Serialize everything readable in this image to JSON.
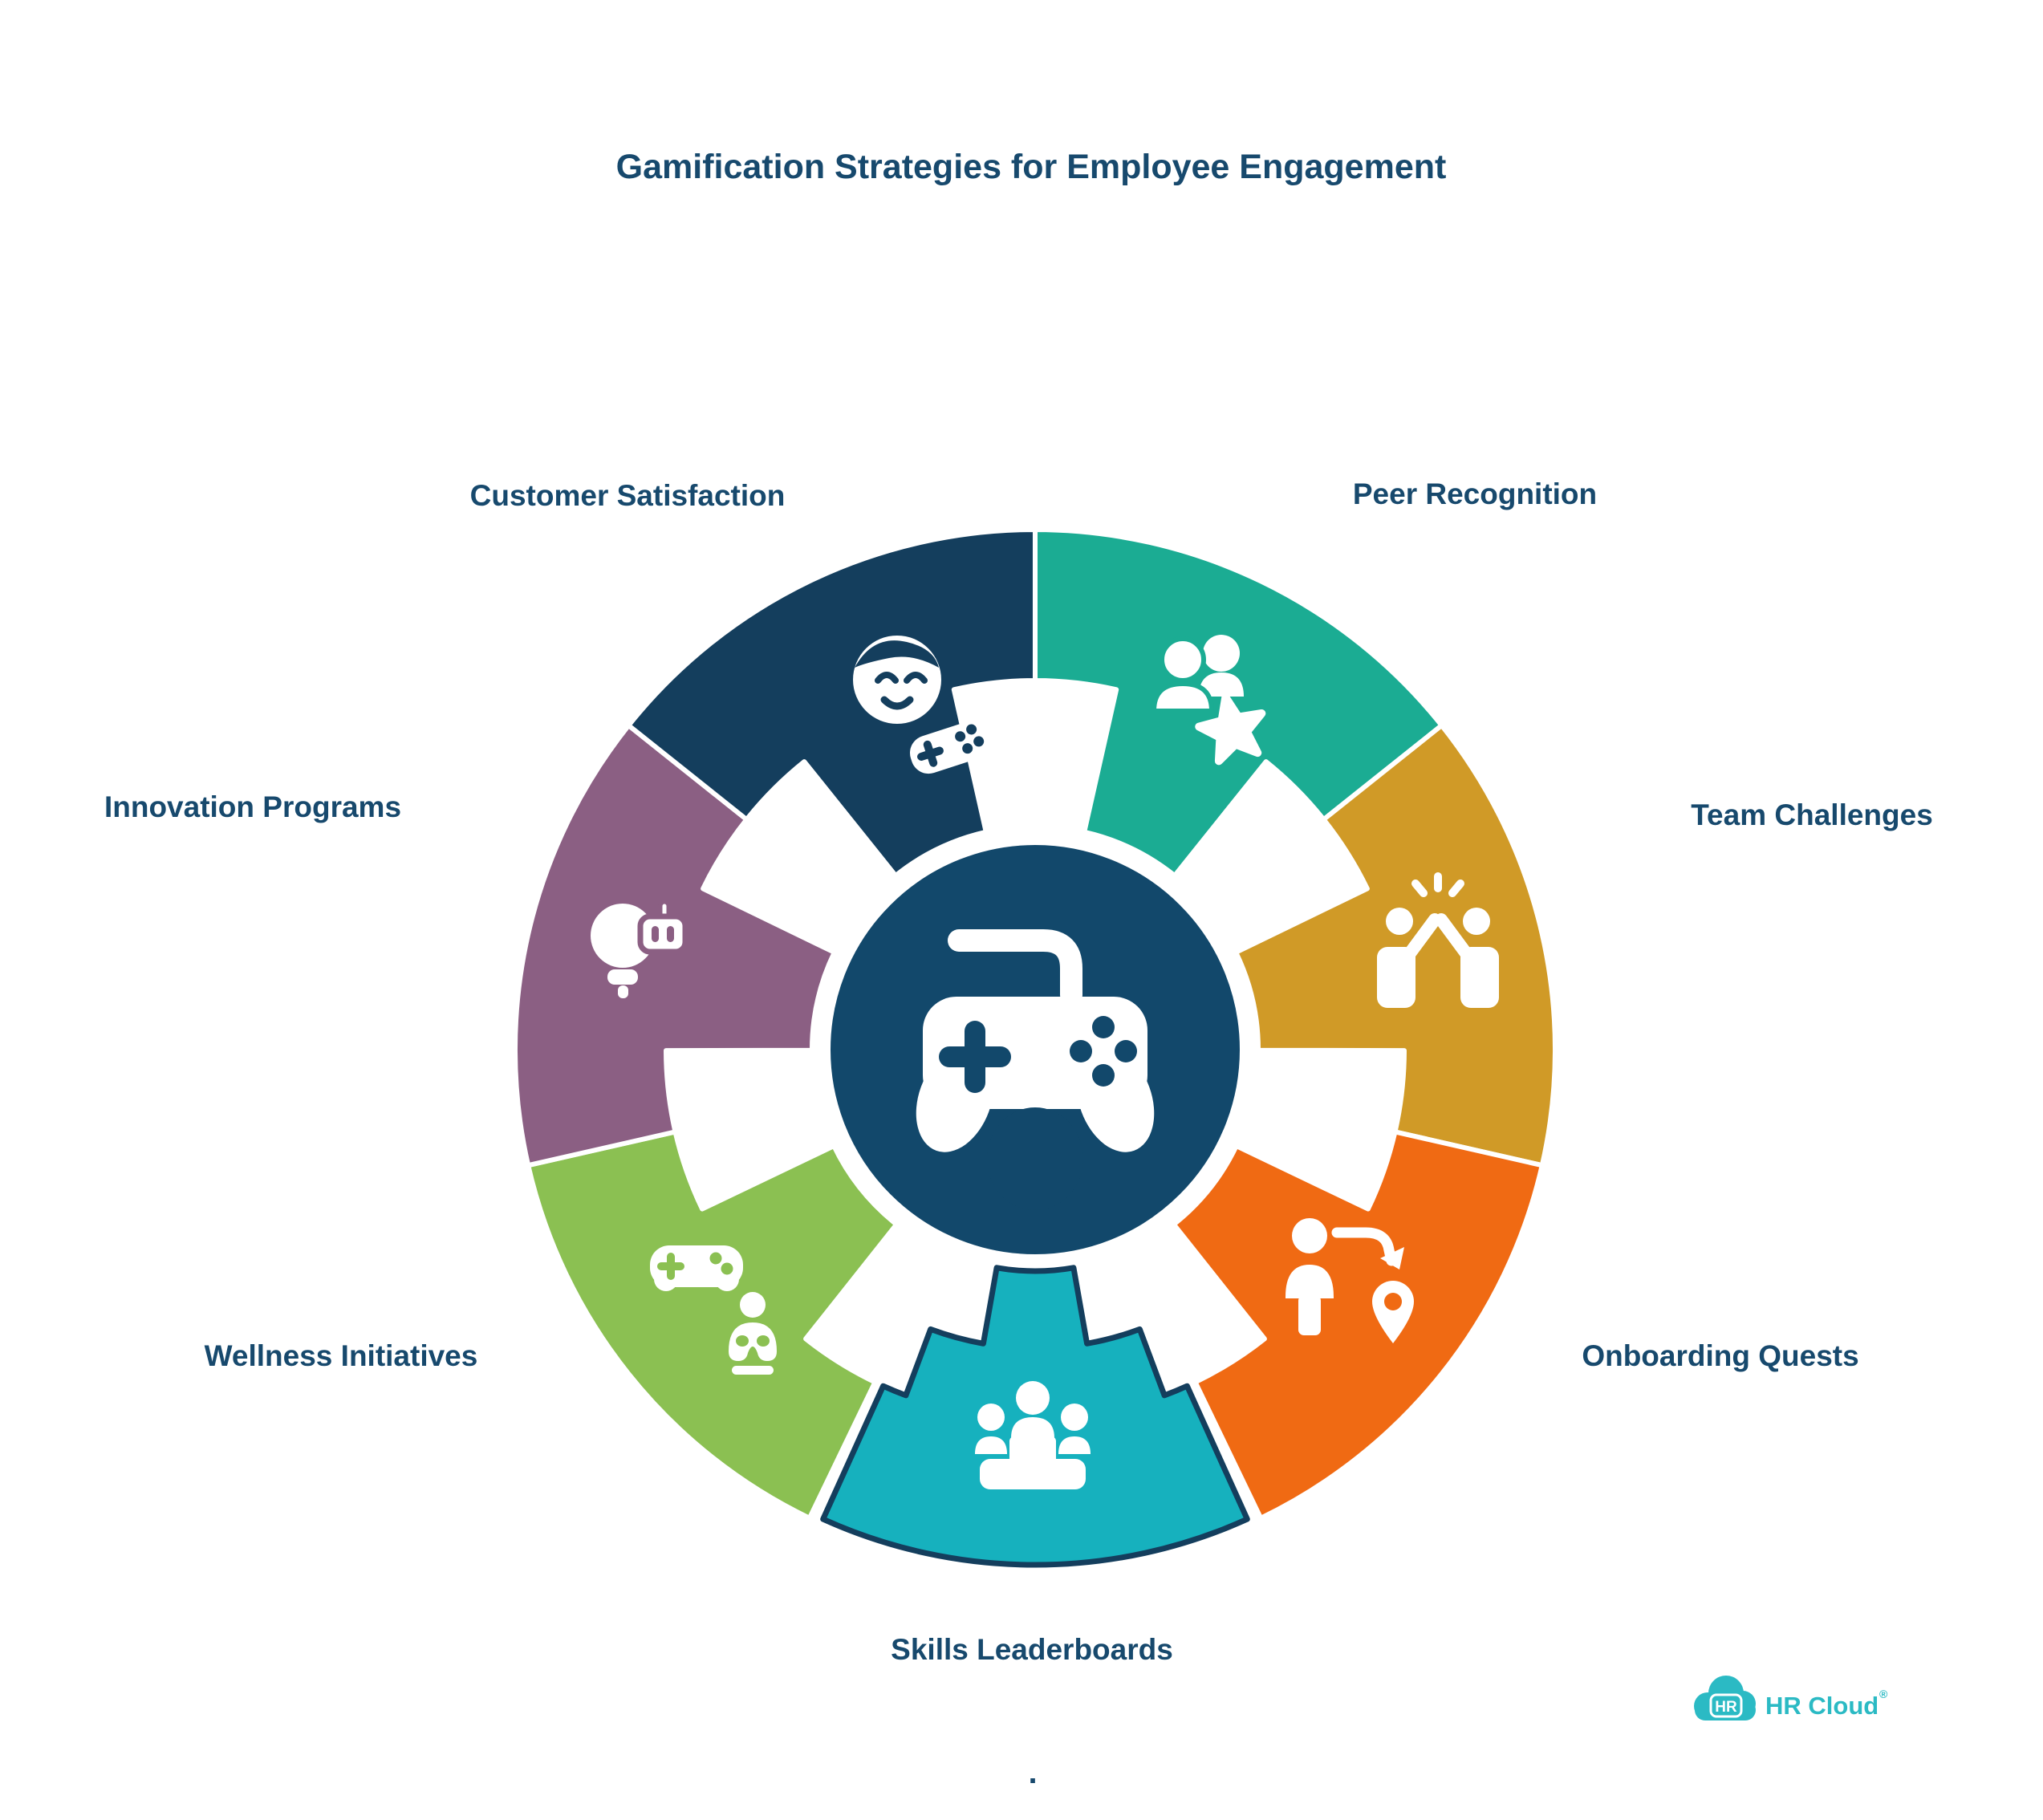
{
  "title": "Gamification Strategies for Employee Engagement",
  "text_color": "#17496D",
  "wheel": {
    "center_icon": "game-controller",
    "center_color": "#12486B",
    "segments": [
      {
        "id": "peer-recognition",
        "label": "Peer Recognition",
        "color": "#1BAC93",
        "icon": "people-star-icon"
      },
      {
        "id": "team-challenges",
        "label": "Team Challenges",
        "color": "#D09A27",
        "icon": "high-five-icon"
      },
      {
        "id": "onboarding-quests",
        "label": "Onboarding Quests",
        "color": "#F06A13",
        "icon": "person-location-pin-icon"
      },
      {
        "id": "skills-leaderboards",
        "label": "Skills Leaderboards",
        "color": "#16B1BE",
        "icon": "podium-people-icon",
        "outlined": true,
        "outline_color": "#143E5D"
      },
      {
        "id": "wellness-initiatives",
        "label": "Wellness Initiatives",
        "color": "#8BC052",
        "icon": "gamepad-meditation-icon"
      },
      {
        "id": "innovation-programs",
        "label": "Innovation Programs",
        "color": "#8B5F83",
        "icon": "lightbulb-robot-icon"
      },
      {
        "id": "customer-satisfaction",
        "label": "Customer Satisfaction",
        "color": "#143E5D",
        "icon": "smiling-face-gamepad-icon"
      }
    ]
  },
  "footer": {
    "dot": "."
  },
  "logo": {
    "badge_text": "HR",
    "brand_text": "HR Cloud",
    "registered_mark": "®",
    "color": "#2BBAC4"
  }
}
